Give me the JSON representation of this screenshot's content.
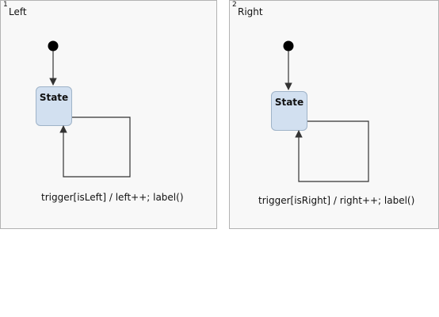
{
  "regions": [
    {
      "index": "1",
      "name": "Left",
      "state": {
        "label": "State"
      },
      "transition": {
        "label": "trigger[isLeft] / left++; label()"
      }
    },
    {
      "index": "2",
      "name": "Right",
      "state": {
        "label": "State"
      },
      "transition": {
        "label": "trigger[isRight] / right++; label()"
      }
    }
  ],
  "colors": {
    "region_fill": "#f8f8f8",
    "region_border": "#b3b3b3",
    "state_fill": "#d2e0f0",
    "state_border": "#9fb3c8",
    "edge": "#333333",
    "initial_node": "#000000"
  }
}
